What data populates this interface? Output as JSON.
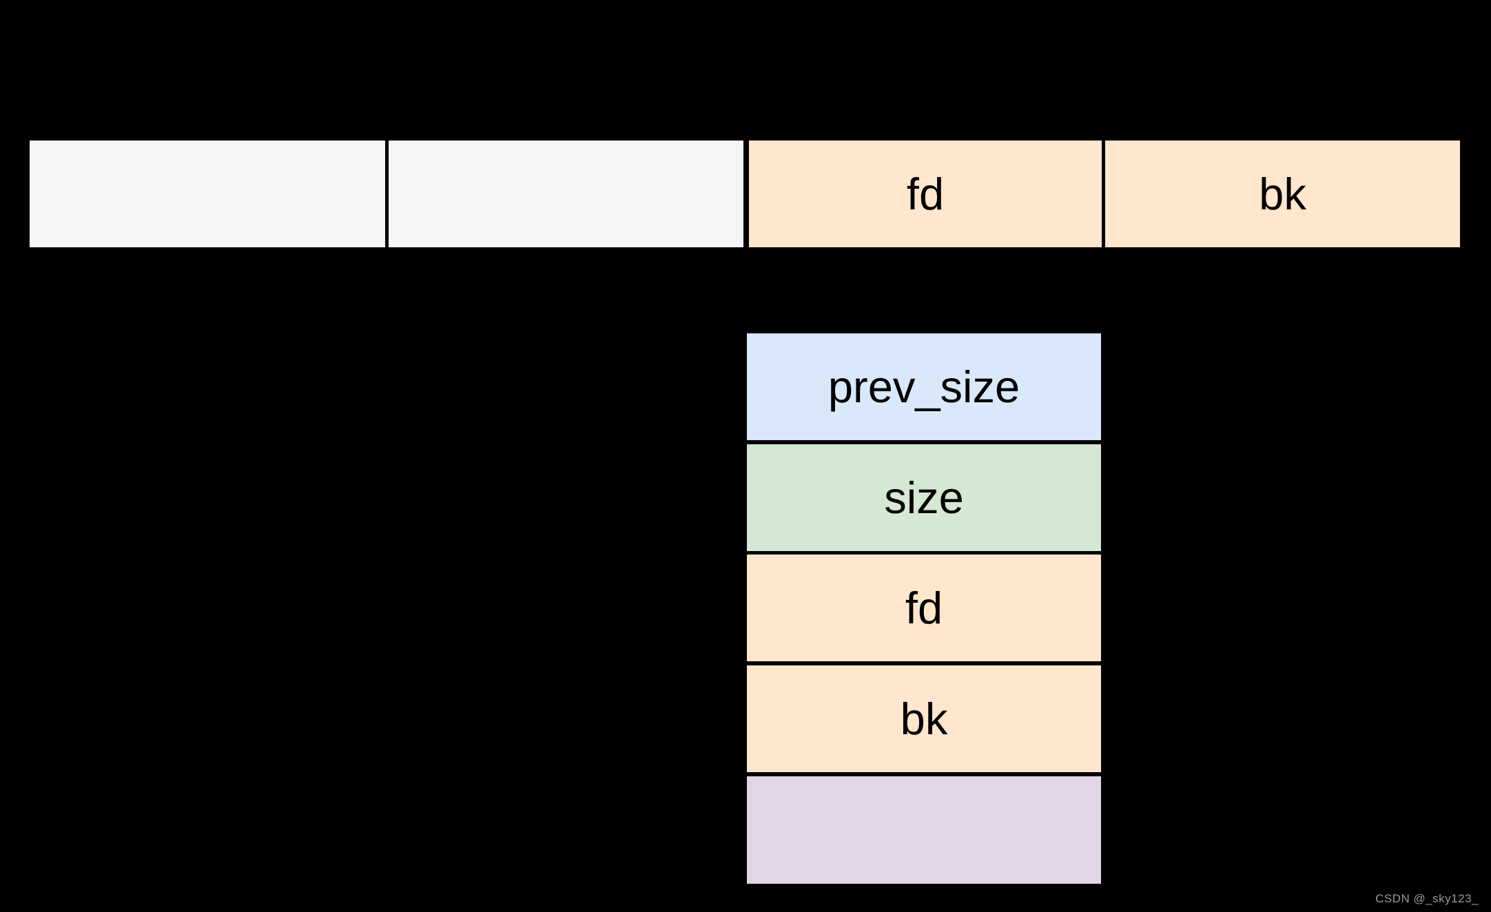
{
  "diagram": {
    "description": "heap chunk layout diagram",
    "top_row": {
      "cells": [
        {
          "label": "",
          "color": "#F5F5F5"
        },
        {
          "label": "",
          "color": "#F5F5F5"
        },
        {
          "label": "fd",
          "color": "#FFE6CC"
        },
        {
          "label": "bk",
          "color": "#FFE6CC"
        }
      ]
    },
    "chunk_stack": {
      "cells": [
        {
          "label": "prev_size",
          "color": "#DAE8FC"
        },
        {
          "label": "size",
          "color": "#D5E8D4"
        },
        {
          "label": "fd",
          "color": "#FFE6CC"
        },
        {
          "label": "bk",
          "color": "#FFE6CC"
        },
        {
          "label": "",
          "color": "#E1D5E7"
        }
      ]
    }
  },
  "colors": {
    "background": "#000000",
    "cell_text": "#000000",
    "gray_cell": "#F5F5F5",
    "orange_cell": "#FFE6CC",
    "blue_cell": "#DAE8FC",
    "green_cell": "#D5E8D4",
    "purple_cell": "#E1D5E7",
    "watermark": "#9A9A9A"
  },
  "watermark": {
    "text": "CSDN @_sky123_"
  }
}
